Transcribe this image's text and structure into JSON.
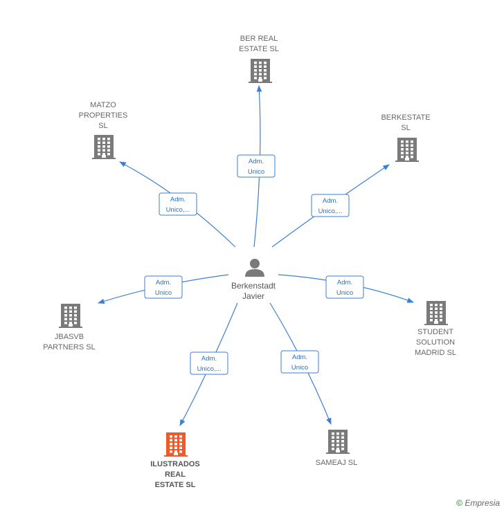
{
  "center": {
    "label_lines": [
      "Berkenstadt",
      "Javier"
    ],
    "icon": "person-icon"
  },
  "nodes": [
    {
      "id": "ber-real-estate",
      "label_lines": [
        "BER REAL",
        "ESTATE  SL"
      ],
      "edge_label_lines": [
        "Adm.",
        "Unico"
      ],
      "highlight": false
    },
    {
      "id": "matzo-properties",
      "label_lines": [
        "MATZO",
        "PROPERTIES",
        "SL"
      ],
      "edge_label_lines": [
        "Adm.",
        "Unico,..."
      ],
      "highlight": false
    },
    {
      "id": "berkestate",
      "label_lines": [
        "BERKESTATE",
        "SL"
      ],
      "edge_label_lines": [
        "Adm.",
        "Unico,..."
      ],
      "highlight": false
    },
    {
      "id": "jbasvb-partners",
      "label_lines": [
        "JBASVB",
        "PARTNERS  SL"
      ],
      "edge_label_lines": [
        "Adm.",
        "Unico"
      ],
      "highlight": false
    },
    {
      "id": "student-solution-madrid",
      "label_lines": [
        "STUDENT",
        "SOLUTION",
        "MADRID  SL"
      ],
      "edge_label_lines": [
        "Adm.",
        "Unico"
      ],
      "highlight": false
    },
    {
      "id": "ilustrados-real-estate",
      "label_lines": [
        "ILUSTRADOS",
        "REAL",
        "ESTATE  SL"
      ],
      "edge_label_lines": [
        "Adm.",
        "Unico,..."
      ],
      "highlight": true
    },
    {
      "id": "sameaj",
      "label_lines": [
        "SAMEAJ  SL"
      ],
      "edge_label_lines": [
        "Adm.",
        "Unico"
      ],
      "highlight": false
    }
  ],
  "colors": {
    "edge": "#3a7fd5",
    "building": "#7a7a7a",
    "building_highlight": "#f05a28",
    "person": "#7a7a7a"
  },
  "footer": {
    "copyright": "©",
    "brand": "Empresia"
  }
}
